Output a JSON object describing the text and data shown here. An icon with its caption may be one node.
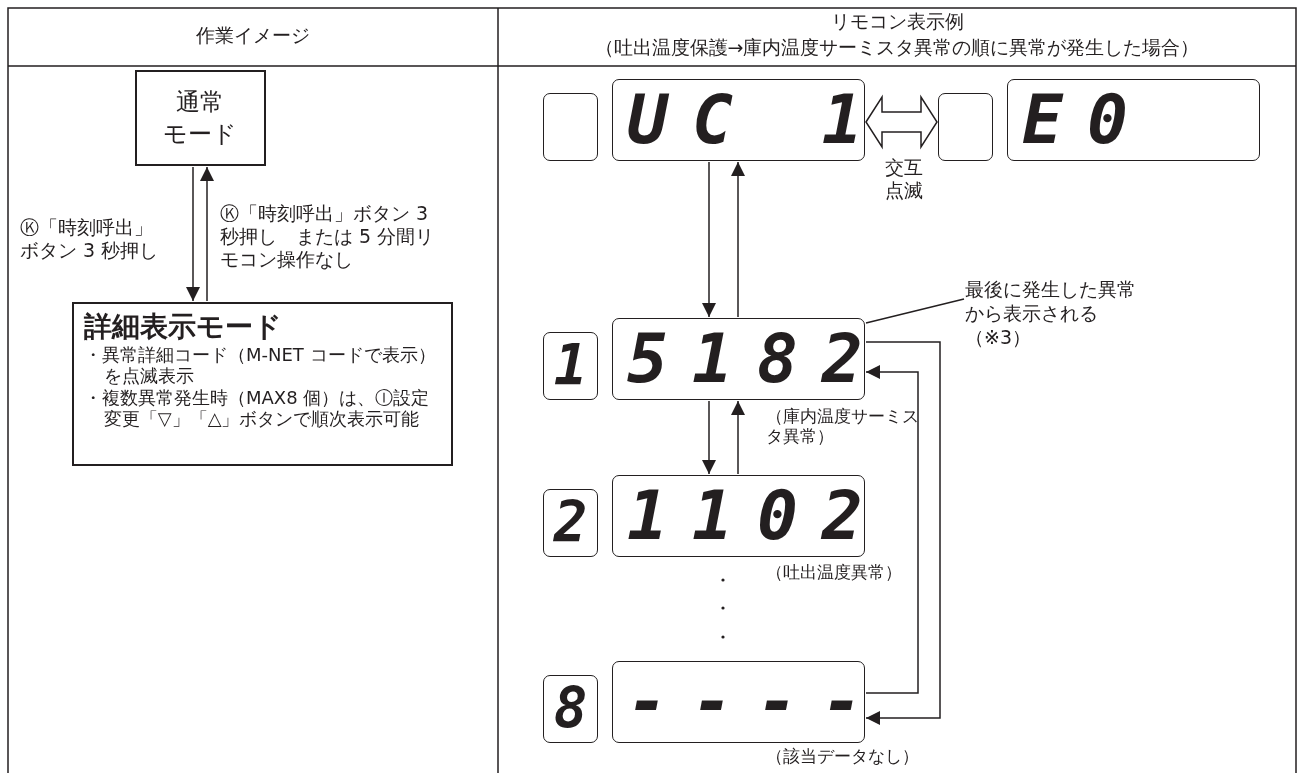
{
  "diagram": {
    "nodes": [
      {
        "text": [
          "通常モード"
        ]
      },
      {
        "text": [
          "詳細表示モード",
          "・異常詳細コード（M-NET コードで表示）を点滅表示",
          "・複数異常発生時（MAX8 個）は、Ⓘ設定変更「▽」「△」ボタンで順次表示可能"
        ]
      },
      {
        "text": [],
        "shape": "box"
      },
      {
        "text": [
          "UC 1"
        ]
      },
      {
        "text": [],
        "shape": "box"
      },
      {
        "text": [
          "E0"
        ]
      },
      {
        "text": [
          "1"
        ]
      },
      {
        "text": [
          "5182"
        ],
        "beside": [
          "（庫内温度サーミスタ異常）"
        ]
      },
      {
        "text": [
          "2"
        ]
      },
      {
        "text": [
          "1102"
        ],
        "beside": [
          "（吐出温度異常）"
        ]
      },
      {
        "text": [
          "8"
        ]
      },
      {
        "text": [
          "----"
        ],
        "beside": [
          "（該当データなし）"
        ]
      },
      {
        "text": [
          "最後に発生した異常から表示される（※3）"
        ]
      }
    ],
    "edges": [
      {
        "from": 0,
        "to": 1,
        "arrow": "to",
        "label": "Ⓚ「時刻呼出」ボタン 3 秒押し"
      },
      {
        "from": 1,
        "to": 0,
        "arrow": "to",
        "label": "Ⓚ「時刻呼出」ボタン 3 秒押し　または 5 分間リモコン操作なし"
      },
      {
        "from": 3,
        "to": 4,
        "arrow": "both",
        "label": "交互点滅"
      },
      {
        "from": 3,
        "to": 7,
        "arrow": "to"
      },
      {
        "from": 7,
        "to": 3,
        "arrow": "to"
      },
      {
        "from": 7,
        "to": 9,
        "arrow": "to"
      },
      {
        "from": 9,
        "to": 7,
        "arrow": "to"
      },
      {
        "from": 7,
        "to": 11,
        "arrow": "to"
      },
      {
        "from": 11,
        "to": 7,
        "arrow": "to"
      },
      {
        "from": 12,
        "to": 7,
        "arrow": "none"
      }
    ],
    "labels": [
      "作業イメージ",
      "リモコン表示例",
      "（吐出温度保護→庫内温度サーミスタ異常の順に異常が発生した場合）"
    ]
  }
}
